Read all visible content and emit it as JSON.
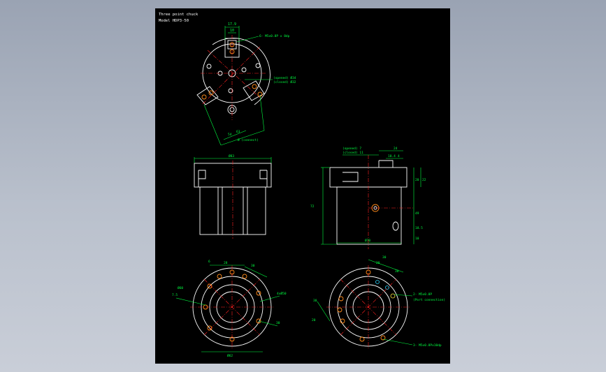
{
  "title_block": {
    "title": "Three point chuck",
    "model": "Model HDP3-50"
  },
  "top_view": {
    "dim_17_9": "17.9",
    "dim_10": "10",
    "note_tap": "6- M5x0.8P x 8dp",
    "opened": "(opened) Ø34",
    "closed": "(closed) Ø32",
    "dim_54": "54",
    "dim_63": "63",
    "dim_60_conn": "Ø (connect)"
  },
  "front_view": {
    "dim_83": "Ø83"
  },
  "side_view": {
    "opened_11": "(opened) 7",
    "closed_11": "(closed) 11",
    "dim_24": "24",
    "dim_10_4": "10.4",
    "dim_4": "4",
    "dim_20": "20",
    "dim_22": "22",
    "dim_72": "72",
    "dim_49": "49",
    "dim_18_5": "18.5",
    "dim_10": "10",
    "dim_70": "Ø70"
  },
  "bottom_left": {
    "dim_28": "28",
    "dim_6": "6",
    "dim_30": "30",
    "dim_7_5": "7.5",
    "dim_phi60": "Ø60",
    "dim_phi50": "4xØ50",
    "dim_30b": "30",
    "dim_phi62": "Ø62"
  },
  "bottom_right": {
    "dim_30a": "30",
    "dim_30b": "30",
    "dim_20": "20",
    "dim_20b": "20",
    "dim_30c": "30",
    "port_note_1": "2- M5x0.8P",
    "port_note_2": "(Port connection)",
    "tap_note": "3- M5x0.8Px10dp"
  }
}
